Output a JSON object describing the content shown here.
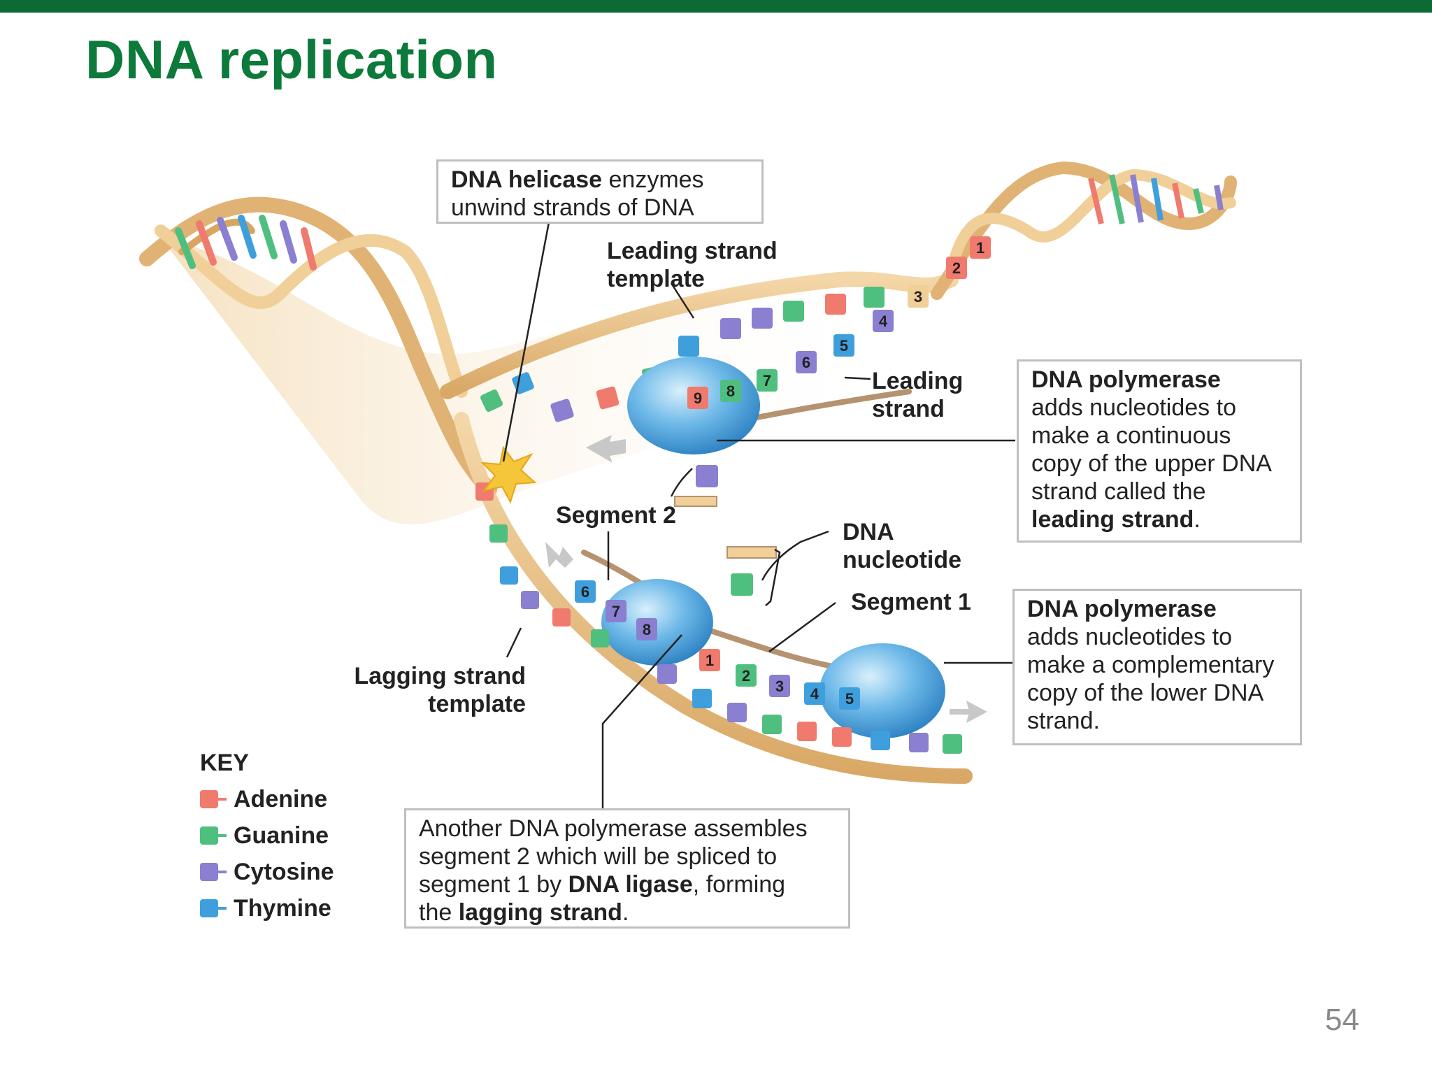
{
  "slide": {
    "title": "DNA replication",
    "page_number": "54"
  },
  "callouts": {
    "helicase": {
      "bold": "DNA helicase",
      "rest": " enzymes",
      "line2": "unwind strands of DNA"
    },
    "polymerase_leading": {
      "bold": "DNA polymerase",
      "line2": "adds nucleotides to",
      "line3": "make a continuous",
      "line4": "copy of the upper DNA",
      "line5": "strand called the",
      "bold_end": "leading strand",
      "end_punct": "."
    },
    "polymerase_lagging": {
      "bold": "DNA polymerase",
      "line2": "adds nucleotides to",
      "line3": "make a complementary",
      "line4": "copy of the lower DNA",
      "line5": "strand."
    },
    "ligase": {
      "line1": "Another DNA polymerase assembles",
      "line2": "segment 2 which will be spliced to",
      "line3_pre": "segment 1 by ",
      "line3_bold": "DNA ligase",
      "line3_post": ", forming",
      "line4_pre": "the ",
      "line4_bold": "lagging strand",
      "line4_post": "."
    }
  },
  "labels": {
    "leading_template_1": "Leading strand",
    "leading_template_2": "template",
    "leading_strand_1": "Leading",
    "leading_strand_2": "strand",
    "segment2": "Segment 2",
    "dna_nucleotide_1": "DNA",
    "dna_nucleotide_2": "nucleotide",
    "segment1": "Segment 1",
    "lagging_template_1": "Lagging strand",
    "lagging_template_2": "template"
  },
  "numbers": {
    "upper_helix": [
      "1",
      "2",
      "3",
      "4",
      "5",
      "6",
      "7",
      "8",
      "9"
    ],
    "segment2": [
      "6",
      "7",
      "8"
    ],
    "segment1": [
      "1",
      "2",
      "3",
      "4",
      "5"
    ]
  },
  "key": {
    "title": "KEY",
    "items": [
      {
        "label": "Adenine",
        "color": "#f07a6e"
      },
      {
        "label": "Guanine",
        "color": "#4fbf7f"
      },
      {
        "label": "Cytosine",
        "color": "#8a7fd0"
      },
      {
        "label": "Thymine",
        "color": "#3f9fdc"
      }
    ]
  },
  "colors": {
    "accent": "#0c7a3a",
    "backbone": "#e9c48f",
    "polymerase": "#5aaee6"
  }
}
